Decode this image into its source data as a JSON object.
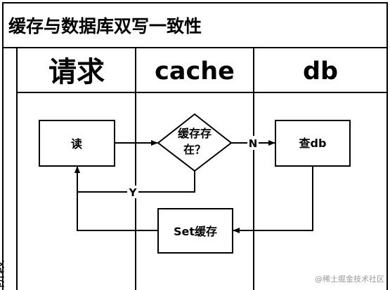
{
  "diagram": {
    "title": "缓存与数据库双写一致性",
    "stage_label": "阶段",
    "watermark": "@稀土掘金技术社区",
    "lanes": [
      {
        "label": "请求"
      },
      {
        "label": "cache"
      },
      {
        "label": "db"
      }
    ],
    "nodes": {
      "read": "读",
      "cache_check_line1": "缓存存",
      "cache_check_line2": "在？",
      "query_db": "查db",
      "set_cache": "Set缓存"
    },
    "edge_labels": {
      "no": "N",
      "yes": "Y"
    },
    "colors": {
      "stroke": "#000000",
      "background": "#ffffff",
      "watermark": "#9a9a9a"
    }
  }
}
